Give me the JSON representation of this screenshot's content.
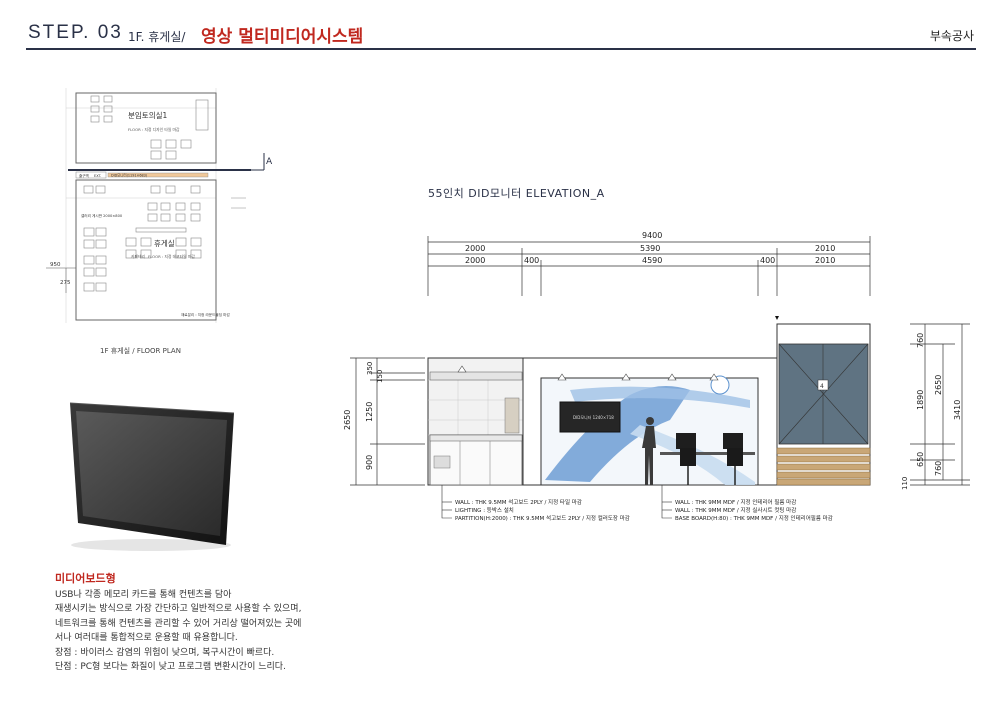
{
  "header": {
    "step": "STEP. 03",
    "location": "1F. 휴게실/",
    "title": "영상 멀티미디어시스템",
    "right_label": "부속공사"
  },
  "floor_plan": {
    "caption": "1F 휴게실 / FLOOR PLAN",
    "room1_name": "분임토의실1",
    "room1_note": "FLOOR : 지정 디자인 타일 마감",
    "room2_name": "휴게실",
    "room2_note1": "카페테리",
    "room2_note2": "FLOOR : 지정 데코타일 마감",
    "section_marker": "A",
    "dim_950": "950",
    "dim_275": "275",
    "bottom_note": "재료분리 : 지정 라운드몰딩 마감",
    "left_note1": "갤러리 게시판 2000×800",
    "small_label1": "출구벽",
    "small_label2": "EXT.",
    "band_label": "DID모니터(1191×683)"
  },
  "elevation": {
    "title": "55인치 DID모니터 ELEVATION_A",
    "dims_top": {
      "total": "9400",
      "row2": [
        "2000",
        "5390",
        "2010"
      ],
      "row3": [
        "2000",
        "400",
        "4590",
        "400",
        "2010"
      ]
    },
    "dims_left": {
      "total": "2650",
      "segments": [
        "350",
        "150",
        "1250",
        "900"
      ]
    },
    "dims_right": {
      "total": "3410",
      "mid": "2650",
      "segments": [
        "760",
        "1890",
        "650",
        "760",
        "110"
      ]
    },
    "screen_label": "DID모니터 1240×718",
    "door_label": "4",
    "notes_left": [
      "WALL : THK 9.5MM 석고보드 2PLY  / 지정 타일 마감",
      "LIGHTING : 등박스 설치",
      "PARTITION(H:2000) : THK 9.5MM 석고보드 2PLY  / 지정 컬러도장 마감"
    ],
    "notes_right": [
      "WALL : THK 9MM MDF  / 지정 인테리어 필름 마감",
      "WALL : THK 9MM MDF  / 지정 실사시트 컷팅 마감",
      "BASE BOARD(H:80) :  THK 9MM MDF  / 지정 인테리어필름 마감"
    ]
  },
  "product": {
    "heading": "미디어보드형",
    "description": "USB나 각종 메모리 카드를 통해 컨텐츠를 담아\n재생시키는 방식으로 가장 간단하고 일반적으로 사용할 수 있으며,\n네트워크를 통해 컨텐츠를 관리할 수 있어 거리상 떨어져있는 곳에\n서나 여러대를 통합적으로 운용할 때 유용합니다.\n장점 : 바이러스 감염의 위험이 낮으며, 복구시간이 빠르다.\n단점 : PC형 보다는 화질이 낮고 프로그램 변환시간이 느리다."
  },
  "colors": {
    "navy": "#2a3147",
    "accent_red": "#c0281f",
    "elevation_blue": "#3a7fc6",
    "door_grey": "#5f7382",
    "stair_wood": "#c9a777"
  }
}
